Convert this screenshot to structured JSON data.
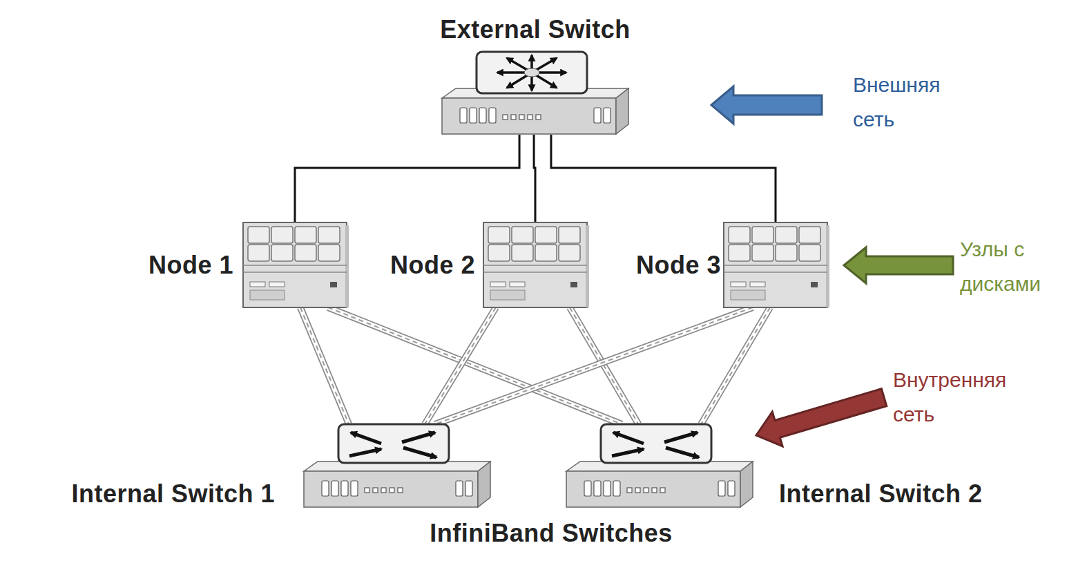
{
  "diagram": {
    "nodes": [
      {
        "text": [
          "External Switch"
        ]
      },
      {
        "text": [
          "Node 1"
        ]
      },
      {
        "text": [
          "Node 2"
        ]
      },
      {
        "text": [
          "Node 3"
        ]
      },
      {
        "text": [
          "Internal Switch 1"
        ]
      },
      {
        "text": [
          "Internal Switch 2"
        ]
      }
    ],
    "edges": [
      {
        "from": 0,
        "to": 1,
        "arrow": "none"
      },
      {
        "from": 0,
        "to": 2,
        "arrow": "none"
      },
      {
        "from": 0,
        "to": 3,
        "arrow": "none"
      },
      {
        "from": 1,
        "to": 4,
        "arrow": "none"
      },
      {
        "from": 1,
        "to": 5,
        "arrow": "none"
      },
      {
        "from": 2,
        "to": 4,
        "arrow": "none"
      },
      {
        "from": 2,
        "to": 5,
        "arrow": "none"
      },
      {
        "from": 3,
        "to": 4,
        "arrow": "none"
      },
      {
        "from": 3,
        "to": 5,
        "arrow": "none"
      }
    ],
    "labels": [
      "InfiniBand Switches",
      "Внешняя сеть",
      "Узлы с дисками",
      "Внутренняя сеть"
    ]
  }
}
